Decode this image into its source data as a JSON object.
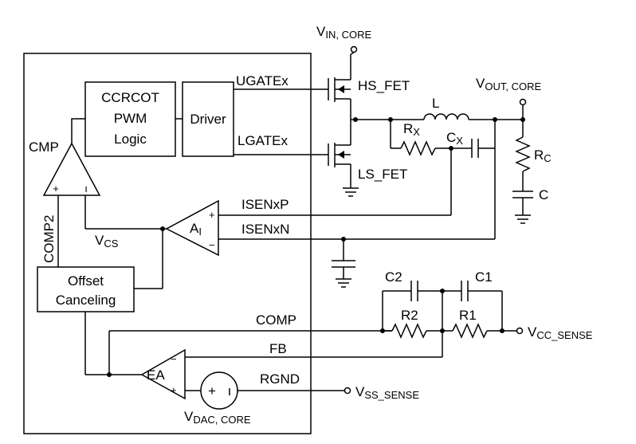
{
  "blocks": {
    "ccrcot": [
      "CCRCOT",
      "PWM",
      "Logic"
    ],
    "driver": "Driver",
    "offset": [
      "Offset",
      "Canceling"
    ],
    "cmp": "CMP",
    "comp2": "COMP2",
    "ea": "EA",
    "ai": {
      "main": "A",
      "sub": "I"
    }
  },
  "nets": {
    "ugate": "UGATEx",
    "lgate": "LGATEx",
    "isenp": "ISENxP",
    "isenn": "ISENxN",
    "comp": "COMP",
    "fb": "FB",
    "rgnd": "RGND",
    "vcs": {
      "main": "V",
      "sub": "CS"
    }
  },
  "components": {
    "hs_fet": "HS_FET",
    "ls_fet": "LS_FET",
    "inductor": "L",
    "rx": {
      "main": "R",
      "sub": "X"
    },
    "cx": {
      "main": "C",
      "sub": "X"
    },
    "rc": {
      "main": "R",
      "sub": "C"
    },
    "c": "C",
    "c1": "C1",
    "c2": "C2",
    "r1": "R1",
    "r2": "R2"
  },
  "supplies": {
    "vin": {
      "main": "V",
      "sub": "IN, CORE"
    },
    "vout": {
      "main": "V",
      "sub": "OUT, CORE"
    },
    "vcc_sense": {
      "main": "V",
      "sub": "CC_SENSE"
    },
    "vss_sense": {
      "main": "V",
      "sub": "SS_SENSE"
    },
    "vdac": {
      "main": "V",
      "sub": "DAC, CORE"
    }
  },
  "signs": {
    "plus": "+",
    "minus": "−",
    "bar": "ı"
  },
  "colors": {
    "line": "#000000",
    "background": "#ffffff"
  }
}
